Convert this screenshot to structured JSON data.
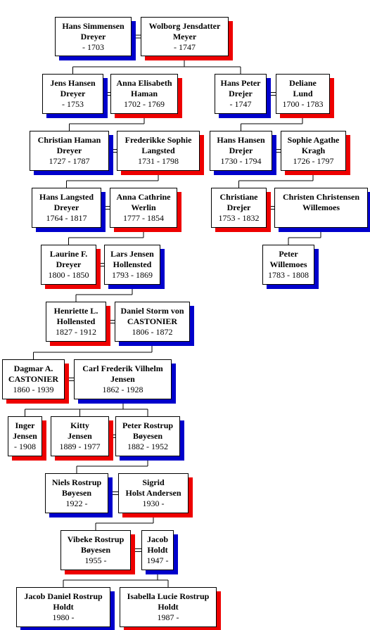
{
  "colors": {
    "male_shadow": "#0000cc",
    "female_shadow": "#ee0000"
  },
  "persons": [
    {
      "id": "hans_simmensen",
      "name1": "Hans Simmensen",
      "name2": "Dreyer",
      "dates": "- 1703",
      "sex": "m"
    },
    {
      "id": "wolborg",
      "name1": "Wolborg Jensdatter",
      "name2": "Meyer",
      "dates": "- 1747",
      "sex": "f"
    },
    {
      "id": "jens_hansen",
      "name1": "Jens Hansen",
      "name2": "Dreyer",
      "dates": "- 1753",
      "sex": "m"
    },
    {
      "id": "anna_elisabeth",
      "name1": "Anna Elisabeth",
      "name2": "Haman",
      "dates": "1702 - 1769",
      "sex": "f"
    },
    {
      "id": "hans_peter",
      "name1": "Hans Peter",
      "name2": "Drejer",
      "dates": "- 1747",
      "sex": "m"
    },
    {
      "id": "deliane",
      "name1": "Deliane",
      "name2": "Lund",
      "dates": "1700 - 1783",
      "sex": "f"
    },
    {
      "id": "christian_haman",
      "name1": "Christian Haman",
      "name2": "Dreyer",
      "dates": "1727 - 1787",
      "sex": "m"
    },
    {
      "id": "frederikke",
      "name1": "Frederikke Sophie",
      "name2": "Langsted",
      "dates": "1731 - 1798",
      "sex": "f"
    },
    {
      "id": "hans_hansen",
      "name1": "Hans Hansen",
      "name2": "Drejer",
      "dates": "1730 - 1794",
      "sex": "m"
    },
    {
      "id": "sophie_agathe",
      "name1": "Sophie Agathe",
      "name2": "Kragh",
      "dates": "1726 - 1797",
      "sex": "f"
    },
    {
      "id": "hans_langsted",
      "name1": "Hans Langsted",
      "name2": "Dreyer",
      "dates": "1764 - 1817",
      "sex": "m"
    },
    {
      "id": "anna_cathrine",
      "name1": "Anna Cathrine",
      "name2": "Werlin",
      "dates": "1777 - 1854",
      "sex": "f"
    },
    {
      "id": "christiane",
      "name1": "Christiane",
      "name2": "Drejer",
      "dates": "1753 - 1832",
      "sex": "f"
    },
    {
      "id": "christen",
      "name1": "Christen Christensen",
      "name2": "Willemoes",
      "dates": "",
      "sex": "m"
    },
    {
      "id": "peter_willemoes",
      "name1": "Peter",
      "name2": "Willemoes",
      "dates": "1783 - 1808",
      "sex": "m"
    },
    {
      "id": "laurine",
      "name1": "Laurine F.",
      "name2": "Dreyer",
      "dates": "1800 - 1850",
      "sex": "f"
    },
    {
      "id": "lars_jensen",
      "name1": "Lars Jensen",
      "name2": "Hollensted",
      "dates": "1793 - 1869",
      "sex": "m"
    },
    {
      "id": "henriette",
      "name1": "Henriette L.",
      "name2": "Hollensted",
      "dates": "1827 - 1912",
      "sex": "f"
    },
    {
      "id": "daniel_storm",
      "name1": "Daniel Storm von",
      "name2": "CASTONIER",
      "dates": "1806 - 1872",
      "sex": "m"
    },
    {
      "id": "dagmar",
      "name1": "Dagmar A.",
      "name2": "CASTONIER",
      "dates": "1860 - 1939",
      "sex": "f"
    },
    {
      "id": "carl_frederik",
      "name1": "Carl Frederik Vilhelm",
      "name2": "Jensen",
      "dates": "1862 - 1928",
      "sex": "m"
    },
    {
      "id": "inger",
      "name1": "Inger",
      "name2": "Jensen",
      "dates": "- 1908",
      "sex": "f"
    },
    {
      "id": "kitty",
      "name1": "Kitty",
      "name2": "Jensen",
      "dates": "1889 - 1977",
      "sex": "f"
    },
    {
      "id": "peter_rostrup",
      "name1": "Peter Rostrup",
      "name2": "Bøyesen",
      "dates": "1882 - 1952",
      "sex": "m"
    },
    {
      "id": "niels_rostrup",
      "name1": "Niels Rostrup",
      "name2": "Bøyesen",
      "dates": "1922 -",
      "sex": "m"
    },
    {
      "id": "sigrid",
      "name1": "Sigrid",
      "name2": "Holst Andersen",
      "dates": "1930 -",
      "sex": "f"
    },
    {
      "id": "vibeke",
      "name1": "Vibeke Rostrup",
      "name2": "Bøyesen",
      "dates": "1955 -",
      "sex": "f"
    },
    {
      "id": "jacob_holdt",
      "name1": "Jacob",
      "name2": "Holdt",
      "dates": "1947 -",
      "sex": "m"
    },
    {
      "id": "jacob_daniel",
      "name1": "Jacob Daniel Rostrup",
      "name2": "Holdt",
      "dates": "1980 -",
      "sex": "m"
    },
    {
      "id": "isabella",
      "name1": "Isabella Lucie Rostrup",
      "name2": "Holdt",
      "dates": "1987 -",
      "sex": "f"
    }
  ]
}
